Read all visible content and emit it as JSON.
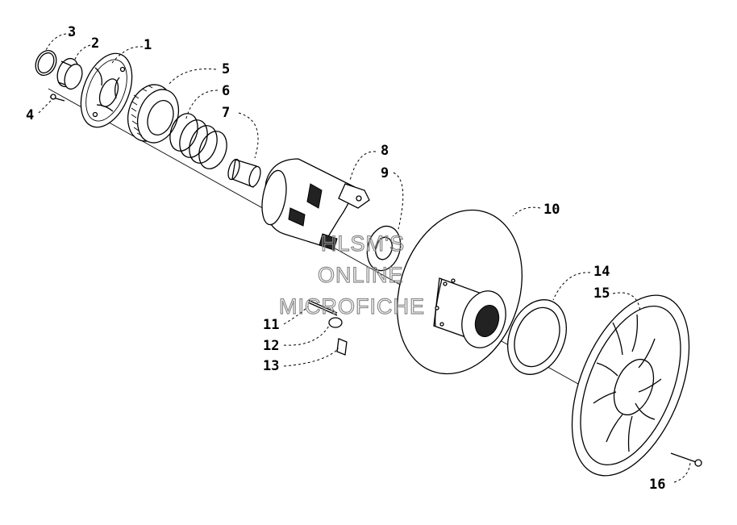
{
  "callouts": [
    {
      "id": "c1",
      "label": "1"
    },
    {
      "id": "c2",
      "label": "2"
    },
    {
      "id": "c3",
      "label": "3"
    },
    {
      "id": "c4",
      "label": "4"
    },
    {
      "id": "c5",
      "label": "5"
    },
    {
      "id": "c6",
      "label": "6"
    },
    {
      "id": "c7",
      "label": "7"
    },
    {
      "id": "c8",
      "label": "8"
    },
    {
      "id": "c9",
      "label": "9"
    },
    {
      "id": "c10",
      "label": "10"
    },
    {
      "id": "c11",
      "label": "11"
    },
    {
      "id": "c12",
      "label": "12"
    },
    {
      "id": "c13",
      "label": "13"
    },
    {
      "id": "c14",
      "label": "14"
    },
    {
      "id": "c15",
      "label": "15"
    },
    {
      "id": "c16",
      "label": "16"
    }
  ],
  "watermark": {
    "line1": "HLSM'S",
    "line2": "ONLINE",
    "line3": "MICROFICHE"
  }
}
